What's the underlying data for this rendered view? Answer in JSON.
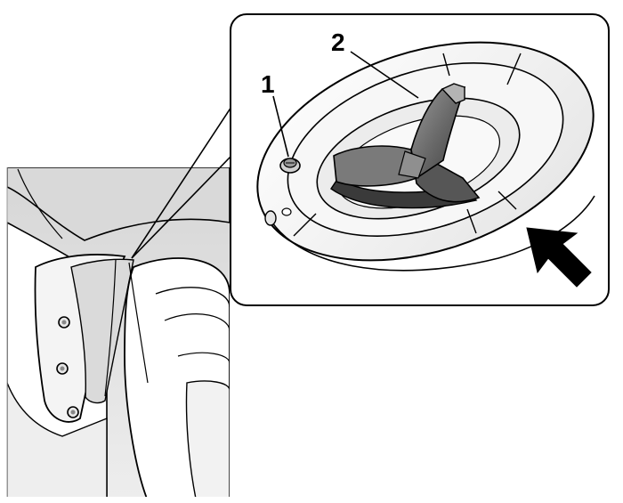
{
  "callouts": [
    {
      "number": "1",
      "part": "screw"
    },
    {
      "number": "2",
      "part": "three-prong-knob"
    }
  ],
  "colors": {
    "line": "#000000",
    "background": "#ffffff",
    "vehicle-gray": "#d8d8d8",
    "knob-dark": "#5e5e5e",
    "knob-mid": "#8c8c8c"
  }
}
